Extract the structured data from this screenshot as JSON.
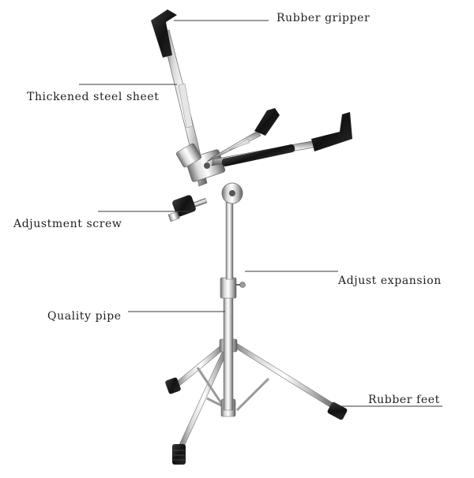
{
  "diagram": {
    "labels": {
      "rubber_gripper": "Rubber gripper",
      "thickened_steel_sheet": "Thickened steel sheet",
      "adjustment_screw": "Adjustment screw",
      "adjust_expansion": "Adjust expansion",
      "quality_pipe": "Quality pipe",
      "rubber_feet": "Rubber feet"
    },
    "colors": {
      "background": "#ffffff",
      "chrome_light": "#f4f4f4",
      "chrome_mid": "#b9b9b9",
      "chrome_dark": "#6e6e6e",
      "rubber": "#1b1b1b",
      "leader_line": "#3a3a3a",
      "text": "#1f1f1f"
    }
  }
}
